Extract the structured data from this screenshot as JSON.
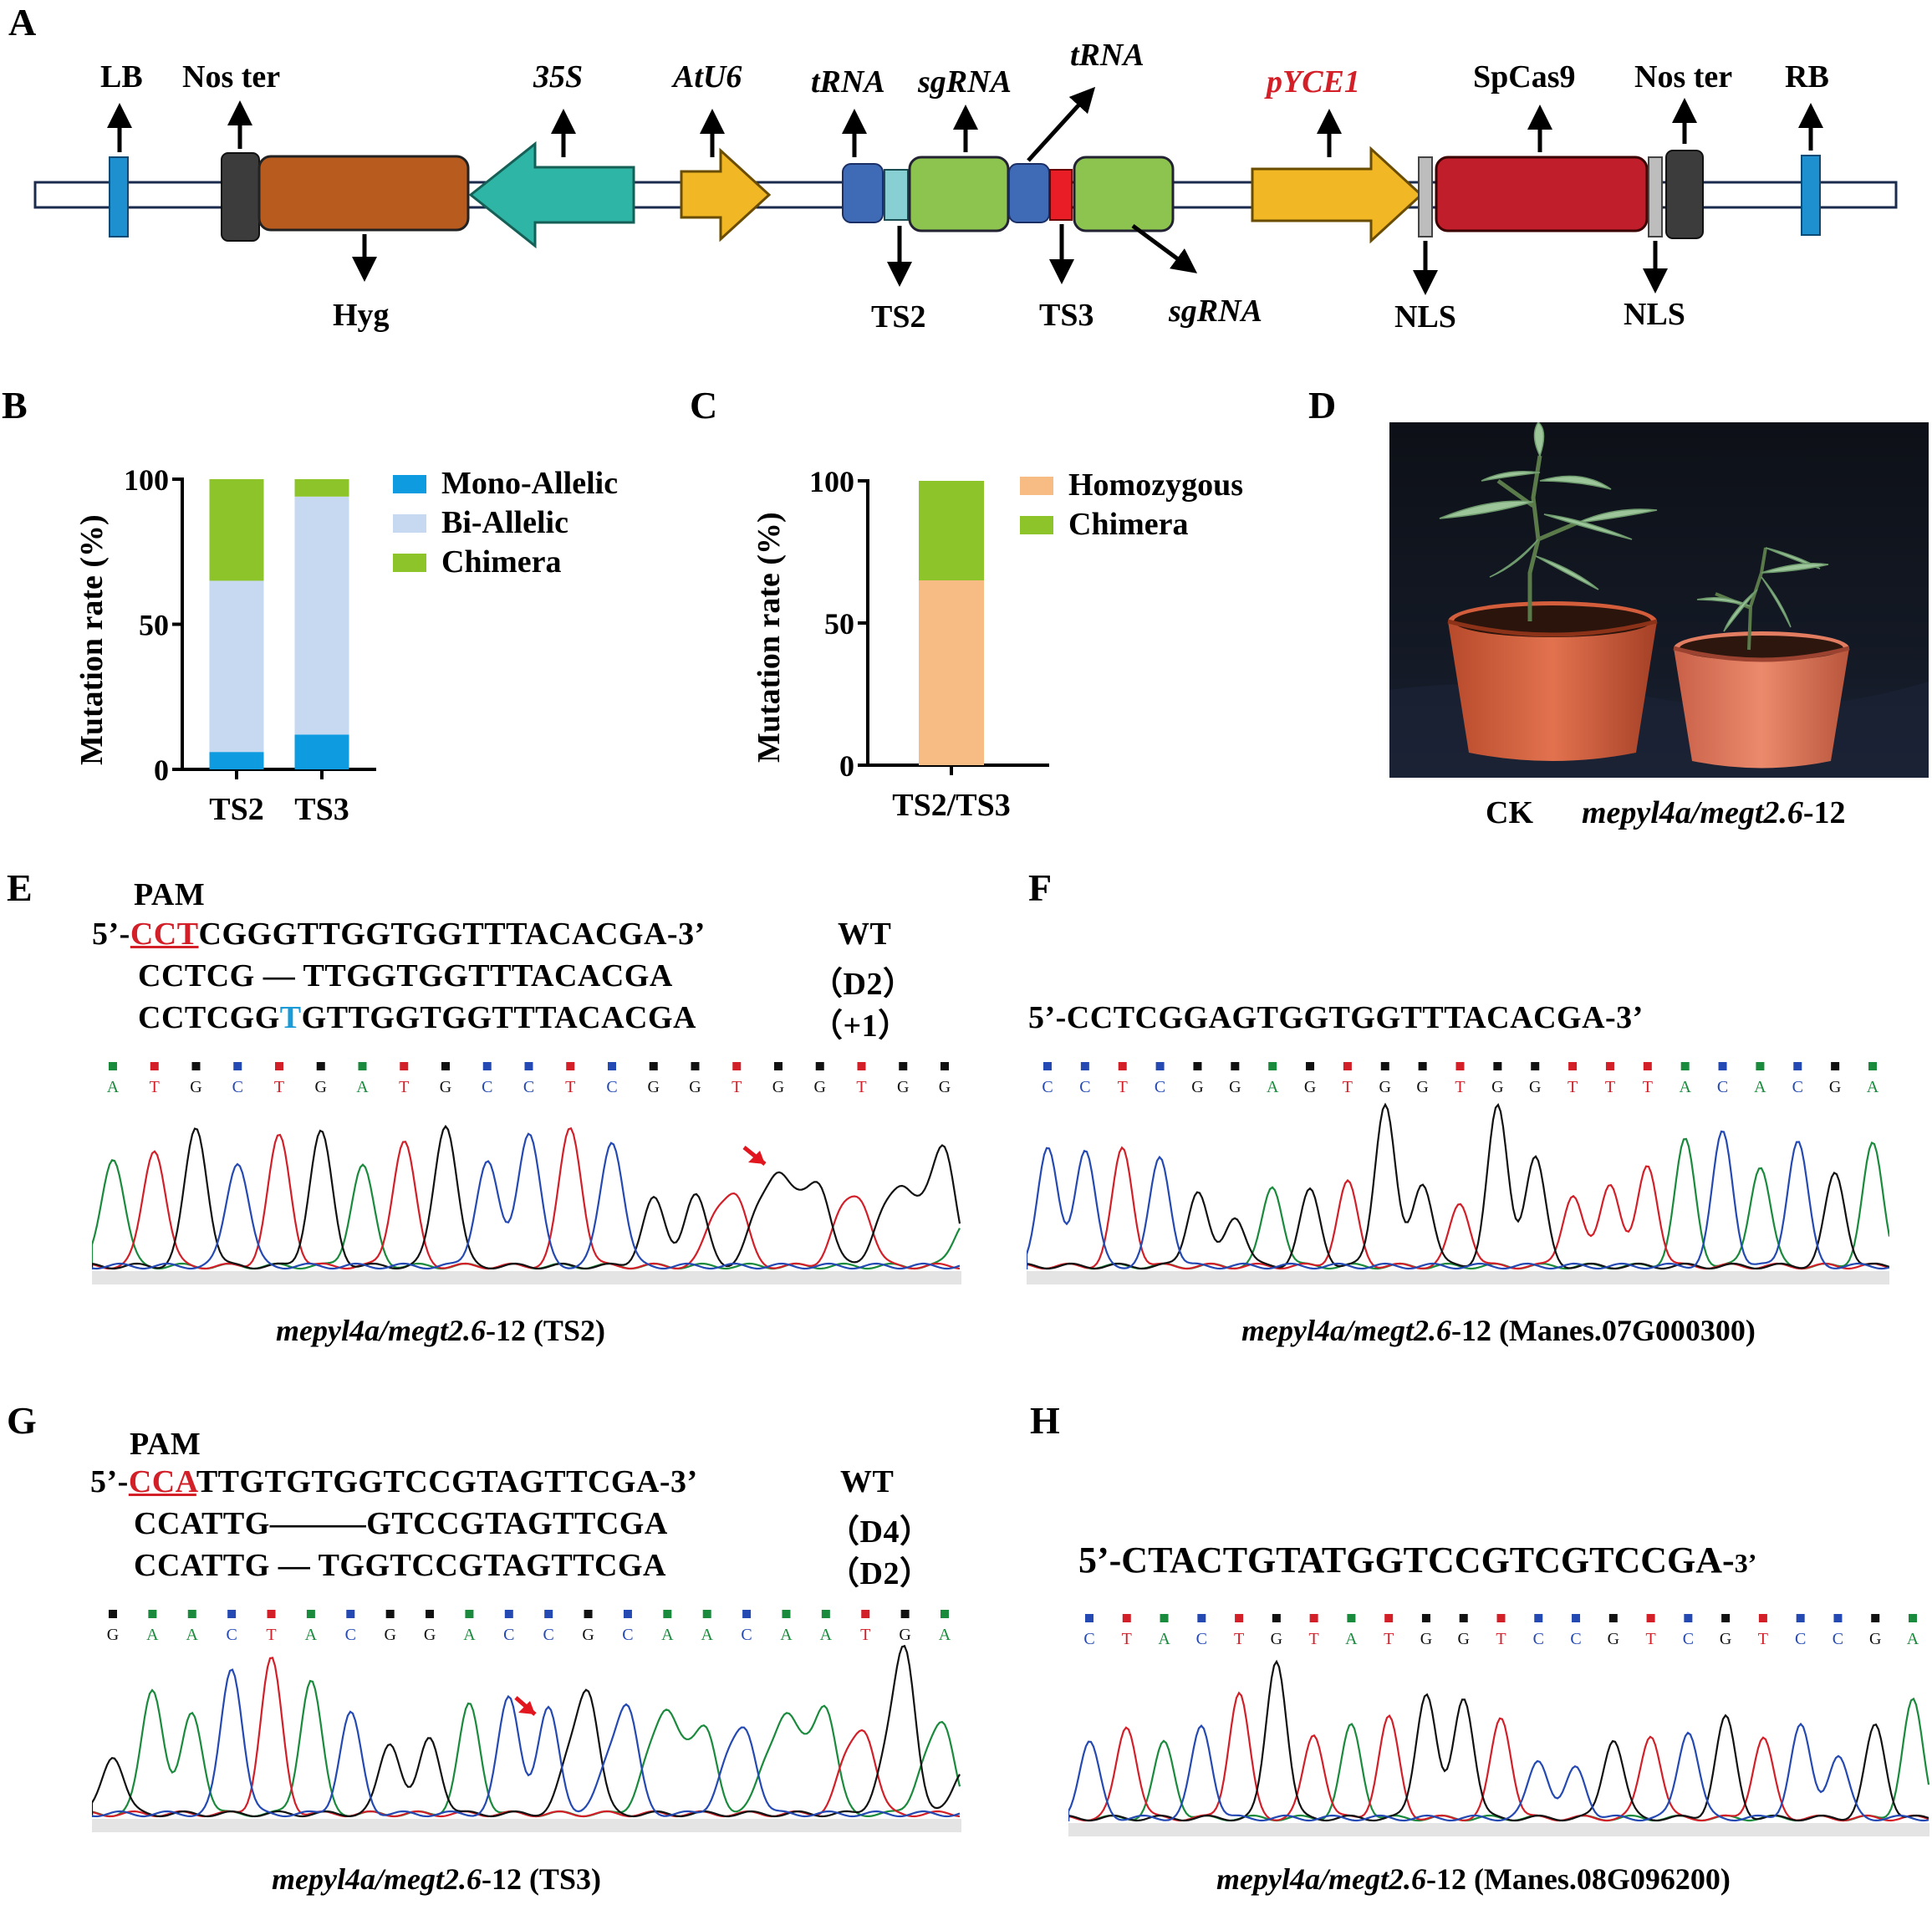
{
  "panels": [
    "A",
    "B",
    "C",
    "D",
    "E",
    "F",
    "G",
    "H"
  ],
  "construct": {
    "labels_top": [
      "LB",
      "Nos ter",
      "35S",
      "AtU6",
      "tRNA",
      "sgRNA",
      "tRNA",
      "pYCE1",
      "SpCas9",
      "Nos ter",
      "RB"
    ],
    "labels_bottom": [
      "Hyg",
      "TS2",
      "TS3",
      "sgRNA",
      "NLS",
      "NLS"
    ],
    "colors": {
      "lb_rb": "#1e90d0",
      "nos": "#3c3c3c",
      "hyg": "#b85b1e",
      "p35s": "#2fb5a5",
      "atu6": "#f2b724",
      "trna": "#3f6ab5",
      "ts2": "#88cfd4",
      "sgrna": "#8dc44f",
      "ts3": "#e81d25",
      "pyce1": "#f2b724",
      "nls": "#bdbdbd",
      "cas9": "#bf1e2a"
    }
  },
  "chart_data": [
    {
      "panel": "B",
      "type": "bar",
      "stacked": true,
      "categories": [
        "TS2",
        "TS3"
      ],
      "series": [
        {
          "name": "Mono-Allelic",
          "color": "#0f9be0",
          "values": [
            6,
            12
          ]
        },
        {
          "name": "Bi-Allelic",
          "color": "#c6d9f0",
          "values": [
            59,
            82
          ]
        },
        {
          "name": "Chimera",
          "color": "#8cc42a",
          "values": [
            35,
            6
          ]
        }
      ],
      "ylabel": "Mutation rate (%)",
      "yticks": [
        0,
        50,
        100
      ],
      "ylim": [
        0,
        100
      ],
      "legend": "right"
    },
    {
      "panel": "C",
      "type": "bar",
      "stacked": true,
      "categories": [
        "TS2/TS3"
      ],
      "series": [
        {
          "name": "Homozygous",
          "color": "#f7bb84",
          "values": [
            65
          ]
        },
        {
          "name": "Chimera",
          "color": "#8cc42a",
          "values": [
            35
          ]
        }
      ],
      "ylabel": "Mutation rate (%)",
      "yticks": [
        0,
        50,
        100
      ],
      "ylim": [
        0,
        100
      ],
      "legend": "right"
    }
  ],
  "photo": {
    "left_label": "CK",
    "right_label_italic": "mepyl4a/megt2.6",
    "right_label_suffix": "-12"
  },
  "panelE": {
    "pam": "PAM",
    "wt_prefix": "5’-",
    "wt_pam": "CCT",
    "wt_rest": "CGGGTTGGTGGTTTACACGA-3’",
    "wt_tag": "WT",
    "m1": "CCTCG — TTGGTGGTTTACACGA",
    "m1_tag": "（D2）",
    "m2_a": "CCTCGG",
    "m2_ins": "T",
    "m2_b": "GTTGGTGGTTTACACGA",
    "m2_tag": "（+1）",
    "bases": [
      "A",
      "T",
      "G",
      "C",
      "T",
      "G",
      "A",
      "T",
      "G",
      "C",
      "C",
      "T",
      "C",
      "G",
      "G",
      "T",
      "G",
      "G",
      "T",
      "G",
      "G"
    ],
    "cap_italic": "mepyl4a/megt2.6",
    "cap_rest": "-12 (TS2)"
  },
  "panelF": {
    "seq": "5’-CCTCGGAGTGGTGGTTTACACGA-3’",
    "bases": [
      "C",
      "C",
      "T",
      "C",
      "G",
      "G",
      "A",
      "G",
      "T",
      "G",
      "G",
      "T",
      "G",
      "G",
      "T",
      "T",
      "T",
      "A",
      "C",
      "A",
      "C",
      "G",
      "A"
    ],
    "cap_italic": "mepyl4a/megt2.6",
    "cap_rest": "-12 (Manes.07G000300)"
  },
  "panelG": {
    "pam": "PAM",
    "wt_prefix": "5’-",
    "wt_pam": "CCA",
    "wt_rest": "TTGTGTGGTCCGTAGTTCGA-3’",
    "wt_tag": "WT",
    "m1": "CCATTG———GTCCGTAGTTCGA",
    "m1_tag": "（D4）",
    "m2": "CCATTG — TGGTCCGTAGTTCGA",
    "m2_tag": "（D2）",
    "bases": [
      "G",
      "A",
      "A",
      "C",
      "T",
      "A",
      "C",
      "G",
      "G",
      "A",
      "C",
      "C",
      "G",
      "C",
      "A",
      "A",
      "C",
      "A",
      "A",
      "T",
      "G",
      "A"
    ],
    "cap_italic": "mepyl4a/megt2.6",
    "cap_rest": "-12 (TS3)"
  },
  "panelH": {
    "seq_main": "5’-CTACTGTATGGTCCGTCGTCCGA-",
    "seq_end": "3’",
    "bases": [
      "C",
      "T",
      "A",
      "C",
      "T",
      "G",
      "T",
      "A",
      "T",
      "G",
      "G",
      "T",
      "C",
      "C",
      "G",
      "T",
      "C",
      "G",
      "T",
      "C",
      "C",
      "G",
      "A"
    ],
    "cap_italic": "mepyl4a/megt2.6",
    "cap_rest": "-12 (Manes.08G096200)"
  },
  "base_colors": {
    "A": "#1a8a3c",
    "T": "#d21f28",
    "G": "#111111",
    "C": "#2449b3"
  }
}
